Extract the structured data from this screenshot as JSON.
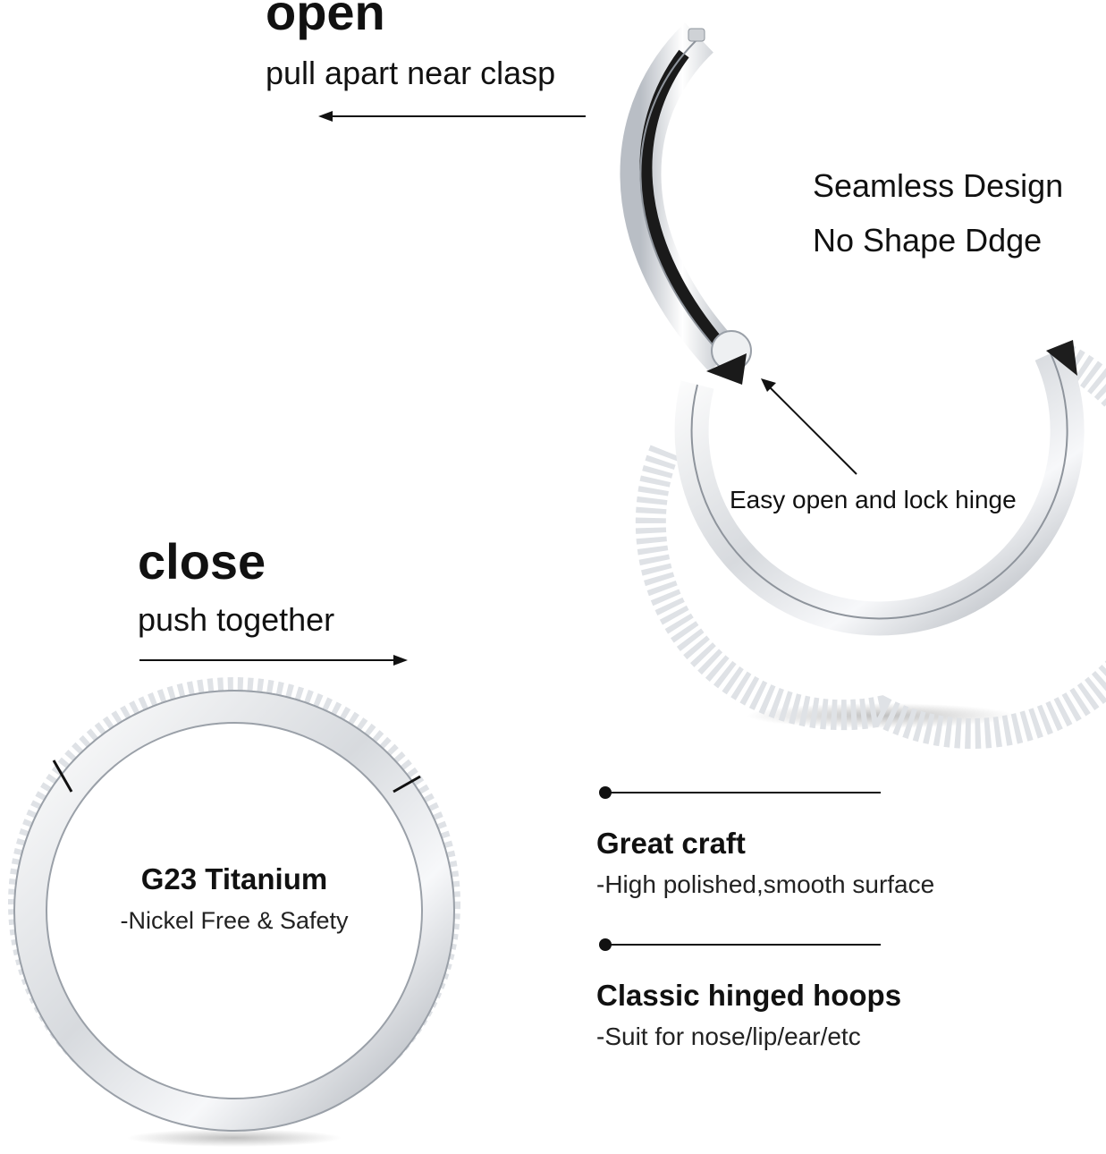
{
  "open": {
    "title": "open",
    "subtitle": "pull apart near clasp"
  },
  "close": {
    "title": "close",
    "subtitle": "push together"
  },
  "seamless": {
    "line1": "Seamless Design",
    "line2": "No Shape Ddge"
  },
  "hinge": {
    "label": "Easy open and lock hinge"
  },
  "material": {
    "title": "G23 Titanium",
    "subtitle": "-Nickel Free & Safety"
  },
  "features": [
    {
      "title": "Great craft",
      "subtitle": "-High polished,smooth surface"
    },
    {
      "title": "Classic hinged hoops",
      "subtitle": "-Suit for nose/lip/ear/etc"
    }
  ],
  "colors": {
    "text": "#111111",
    "metal_light": "#f2f3f5",
    "metal_dark": "#9aa0a8",
    "background": "#ffffff"
  }
}
